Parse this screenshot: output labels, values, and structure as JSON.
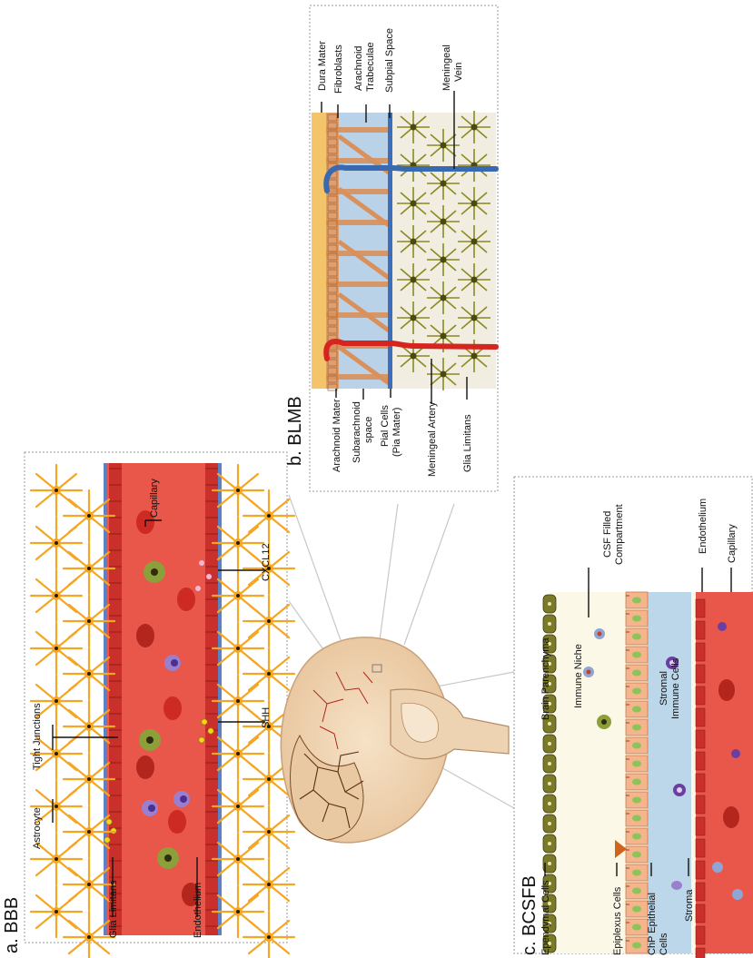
{
  "panels": {
    "a": {
      "title": "a. BBB",
      "labels": {
        "astrocyte": "Astrocyte",
        "tight_junctions": "Tight Junctions",
        "glia_limitans": "Glia Limitans",
        "endothelium": "Endothelium",
        "capillary": "Capillary",
        "shh": "SHH",
        "cxcl12": "CXCL12"
      }
    },
    "b": {
      "title": "b. BLMB",
      "labels": {
        "dura_mater": "Dura Mater",
        "fibroblasts": "Fibroblasts",
        "arachnoid_trabeculae_1": "Arachnoid",
        "arachnoid_trabeculae_2": "Trabeculae",
        "subpial_space": "Subpial Space",
        "meningeal_vein_1": "Meningeal",
        "meningeal_vein_2": "Vein",
        "arachnoid_mater": "Arachnoid Mater",
        "subarachnoid_1": "Subarachnoid",
        "subarachnoid_2": "space",
        "pial_cells_1": "Pial Cells",
        "pial_cells_2": "(Pia Mater)",
        "meningeal_artery": "Meningeal Artery",
        "glia_limitans": "Glia Limitans"
      }
    },
    "c": {
      "title": "c. BCSFB",
      "labels": {
        "brain_parenchyma": "Brain Parenchyma",
        "csf_1": "CSF Filled",
        "csf_2": "Compartment",
        "immune_niche": "Immune Niche",
        "stromal_1": "Stromal",
        "stromal_2": "Immune Cells",
        "endothelium": "Endothelium",
        "capillary": "Capillary",
        "ependymal_cells": "Ependymal Cells",
        "epiplexus_cells": "Epiplexus Cells",
        "chp_1": "ChP Epithelial",
        "chp_2": "Cells",
        "stroma": "Stroma"
      }
    }
  },
  "colors": {
    "astrocyte": "#f5a623",
    "vessel": "#e8574a",
    "vessel_dark": "#c9302c",
    "meninges_beige": "#f1ede0",
    "fibroblast": "#d9905a",
    "dura": "#f3c46a",
    "pia": "#3d6fb8",
    "vein": "#3a69b0",
    "artery": "#d6241f",
    "glia_olive": "#8a8a22",
    "csf": "#fbf8e8",
    "stroma": "#bcd6ea",
    "ependymal": "#7a7a28",
    "epithelium": "#f4b48c"
  }
}
